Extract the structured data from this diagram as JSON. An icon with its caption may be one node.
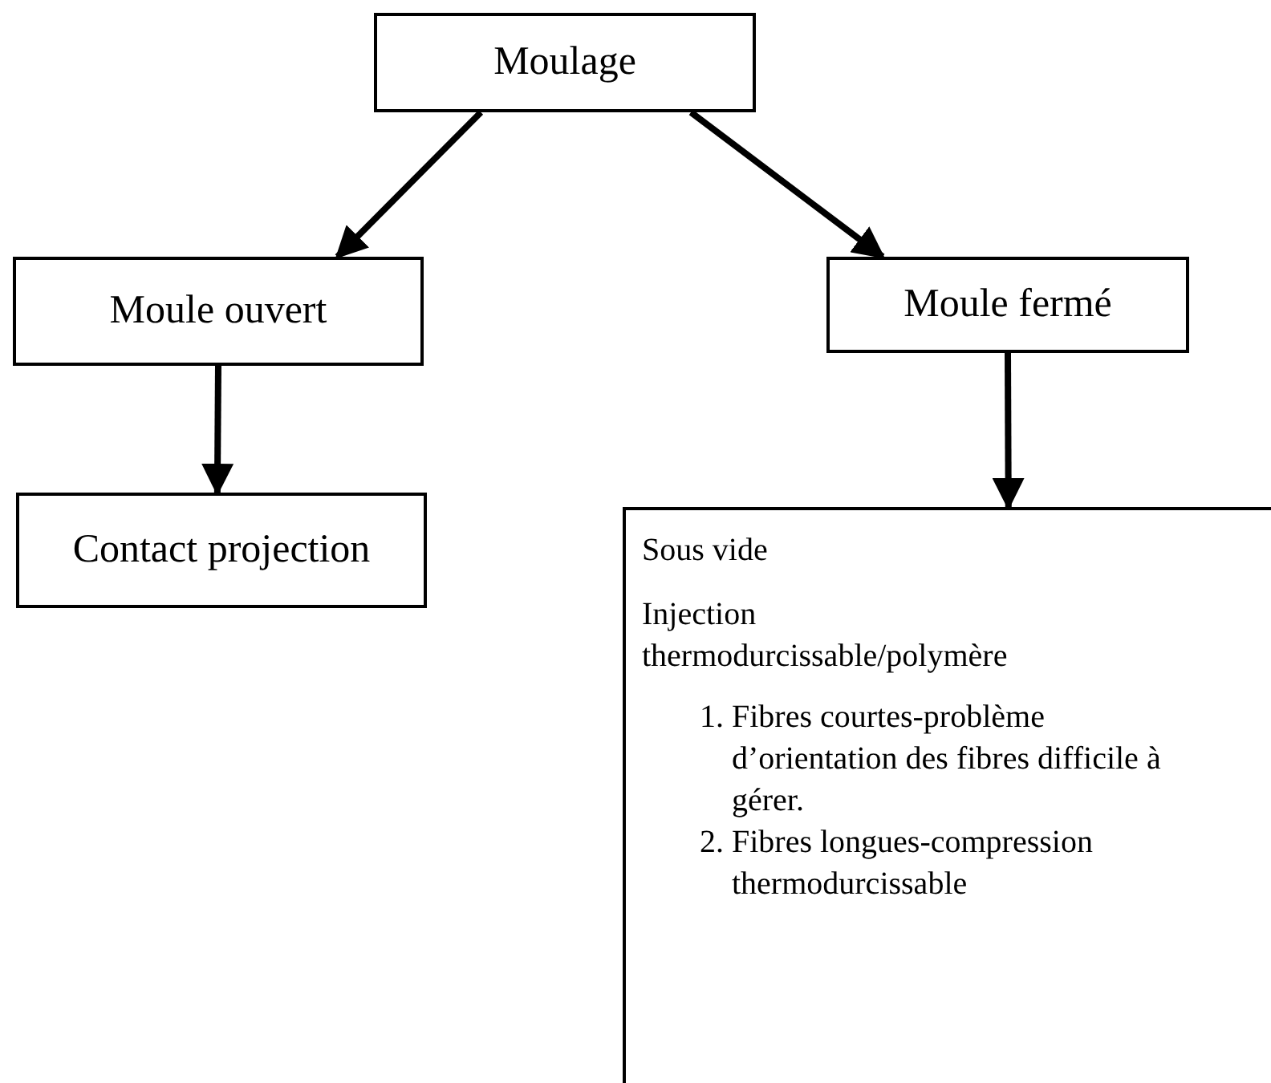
{
  "diagram": {
    "nodes": [
      {
        "text": [
          "Moulage"
        ]
      },
      {
        "text": [
          "Moule ouvert"
        ]
      },
      {
        "text": [
          "Moule fermé"
        ]
      },
      {
        "text": [
          "Contact projection"
        ]
      },
      {
        "text": [
          "Sous vide",
          "Injection thermodurcissable/polymère",
          "1. Fibres courtes-problème d’orientation des fibres difficile à gérer.",
          "2. Fibres longues-compression thermodurcissable"
        ]
      }
    ],
    "edges": [
      {
        "from": 0,
        "to": 1,
        "arrow": "to"
      },
      {
        "from": 0,
        "to": 2,
        "arrow": "to"
      },
      {
        "from": 1,
        "to": 3,
        "arrow": "to"
      },
      {
        "from": 2,
        "to": 4,
        "arrow": "to"
      }
    ]
  }
}
